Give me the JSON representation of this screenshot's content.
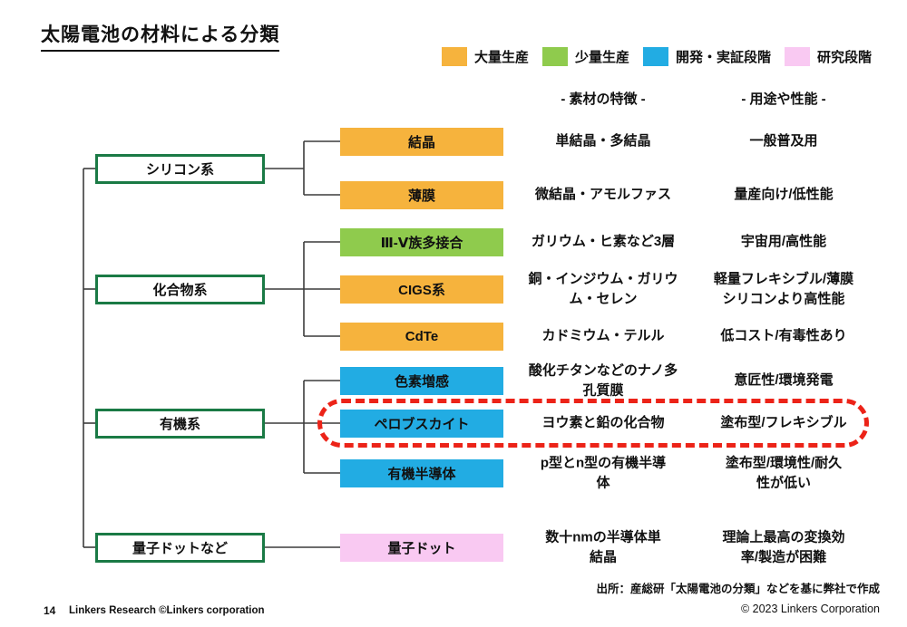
{
  "slide": {
    "title": "太陽電池の材料による分類",
    "page_number": "14",
    "footer_left": "Linkers Research ©Linkers corporation",
    "source_note": "出所：産総研「太陽電池の分類」などを基に弊社で作成",
    "copyright": "© 2023 Linkers Corporation"
  },
  "legend": {
    "items": [
      {
        "key": "mass",
        "label": "大量生産"
      },
      {
        "key": "small",
        "label": "少量生産"
      },
      {
        "key": "dev",
        "label": "開発・実証段階"
      },
      {
        "key": "research",
        "label": "研究段階"
      }
    ]
  },
  "columns": {
    "features_header": "-  素材の特徴  -",
    "usage_header": "-  用途や性能  -"
  },
  "tree": {
    "groups": [
      {
        "label": "シリコン系",
        "rows": [
          0,
          1
        ]
      },
      {
        "label": "化合物系",
        "rows": [
          2,
          3,
          4
        ]
      },
      {
        "label": "有機系",
        "rows": [
          5,
          6,
          7
        ]
      },
      {
        "label": "量子ドットなど",
        "rows": [
          8
        ]
      }
    ],
    "rows": [
      {
        "label": "結晶",
        "stage": "mass",
        "feature": "単結晶・多結晶",
        "usage": "一般普及用"
      },
      {
        "label": "薄膜",
        "stage": "mass",
        "feature": "微結晶・アモルファス",
        "usage": "量産向け/低性能"
      },
      {
        "label": "Ⅲ-Ⅴ族多接合",
        "stage": "small",
        "feature": "ガリウム・ヒ素など3層",
        "usage": "宇宙用/高性能"
      },
      {
        "label": "CIGS系",
        "stage": "mass",
        "feature": "銅・インジウム・ガリウ\nム・セレン",
        "usage": "軽量フレキシブル/薄膜\nシリコンより高性能"
      },
      {
        "label": "CdTe",
        "stage": "mass",
        "feature": "カドミウム・テルル",
        "usage": "低コスト/有毒性あり"
      },
      {
        "label": "色素増感",
        "stage": "dev",
        "feature": "酸化チタンなどのナノ多\n孔質膜",
        "usage": "意匠性/環境発電"
      },
      {
        "label": "ペロブスカイト",
        "stage": "dev",
        "highlighted": true,
        "feature": "ヨウ素と鉛の化合物",
        "usage": "塗布型/フレキシブル"
      },
      {
        "label": "有機半導体",
        "stage": "dev",
        "feature": "p型とn型の有機半導\n体",
        "usage": "塗布型/環境性/耐久\n性が低い"
      },
      {
        "label": "量子ドット",
        "stage": "research",
        "feature": "数十nmの半導体単\n結晶",
        "usage": "理論上最高の変換効\n率/製造が困難"
      }
    ]
  },
  "colors": {
    "mass": "#F6B33D",
    "small": "#8FCB4D",
    "dev": "#22ACE3",
    "research": "#F9C9F2",
    "category_border": "#1A7A45",
    "highlight": "#EC2318",
    "line": "#3C3C3C"
  }
}
